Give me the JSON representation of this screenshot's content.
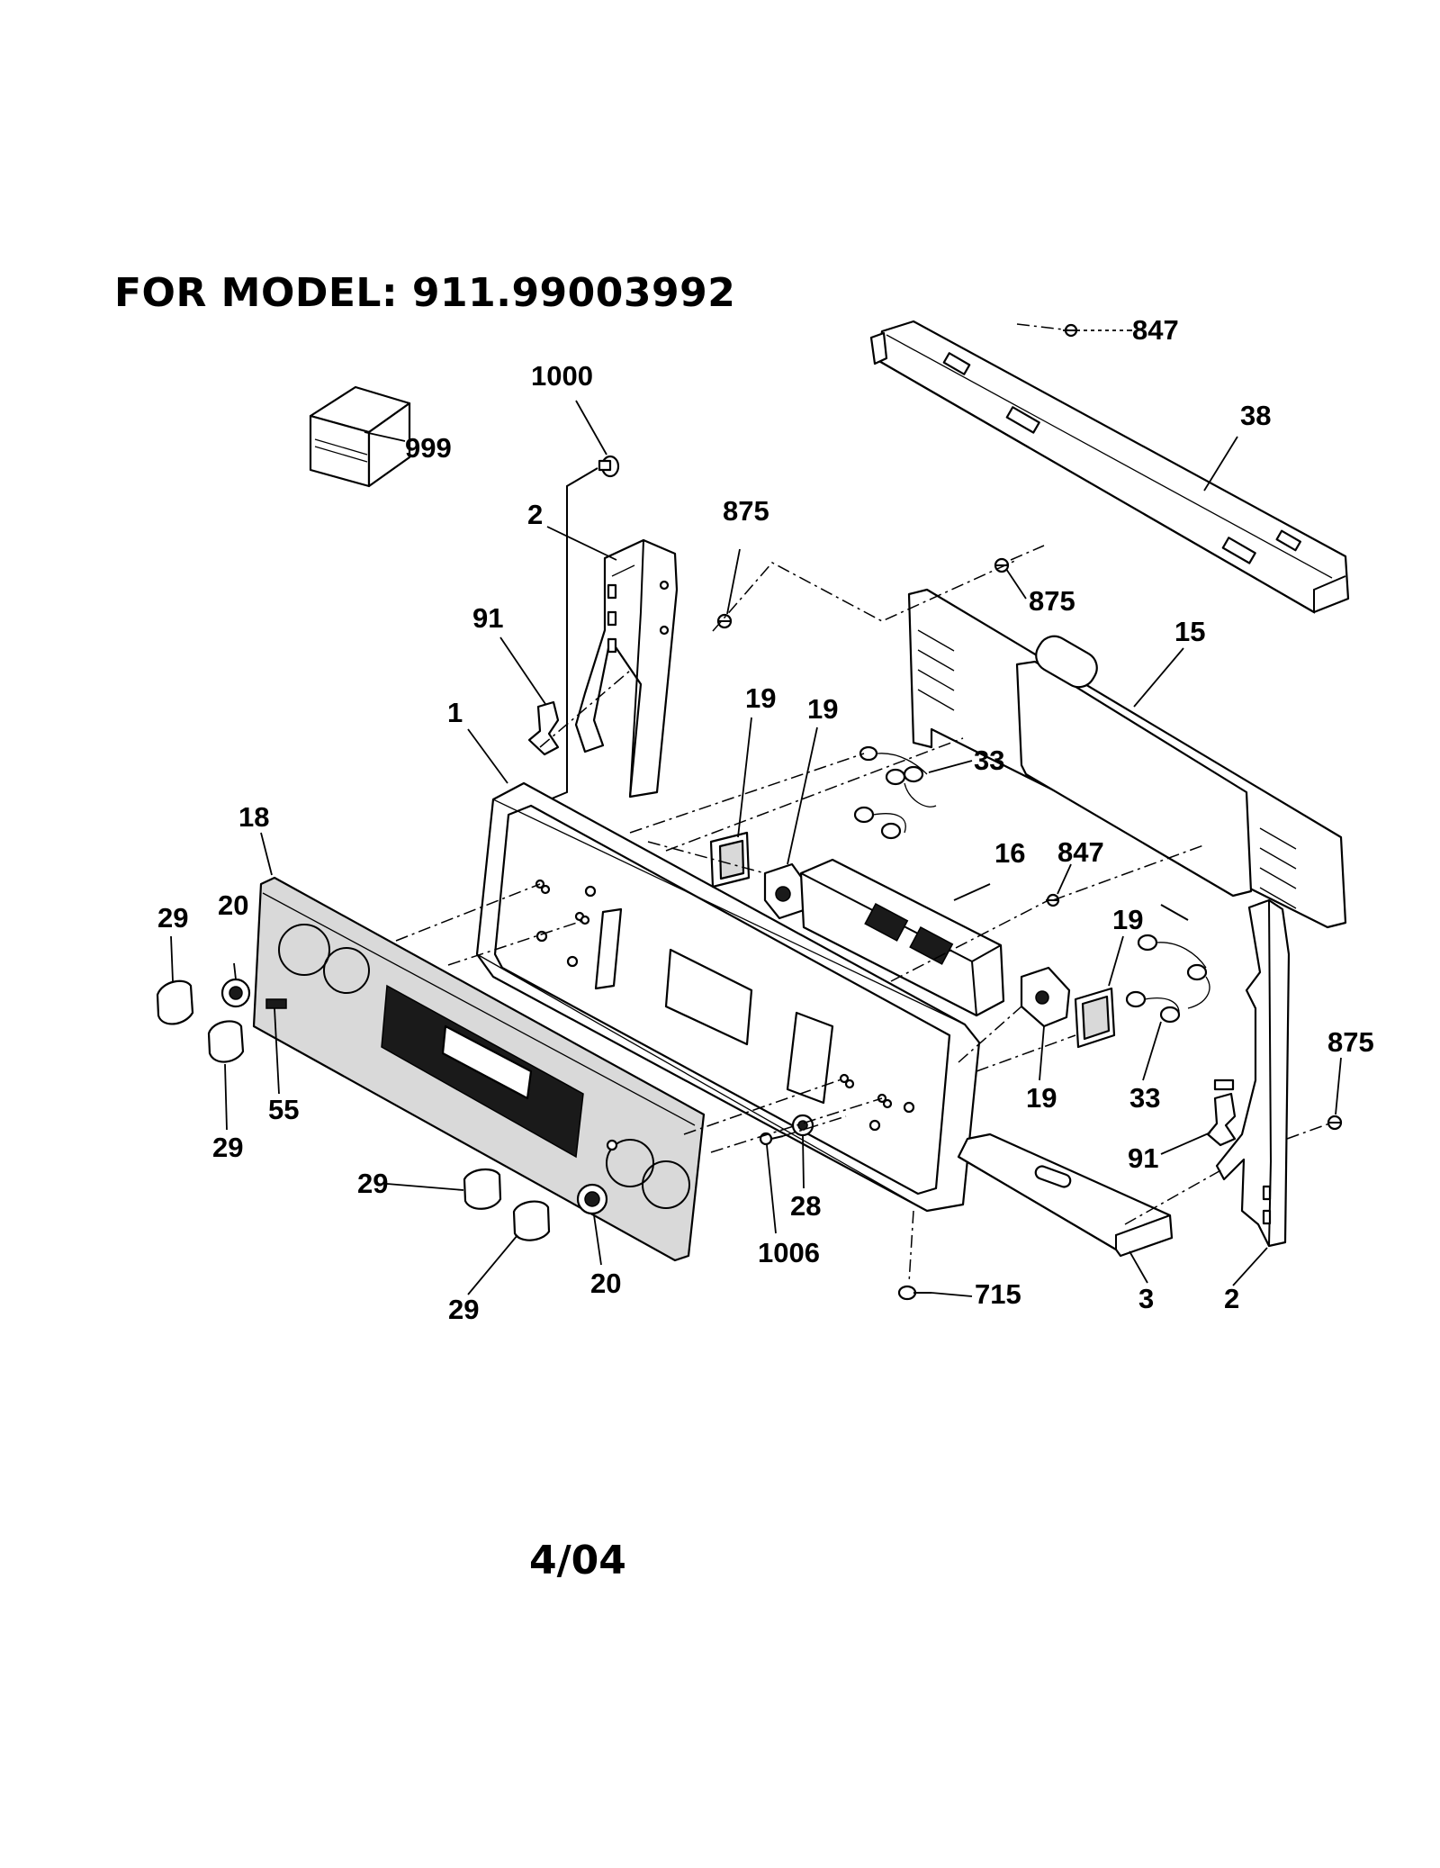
{
  "header": {
    "title": "FOR MODEL: 911.99003992"
  },
  "footer": {
    "date_code": "4/04"
  },
  "callouts": {
    "c847a": "847",
    "c1000": "1000",
    "c999": "999",
    "c38": "38",
    "c2a": "2",
    "c875a": "875",
    "c875b": "875",
    "c91a": "91",
    "c15": "15",
    "c1": "1",
    "c19a": "19",
    "c19b": "19",
    "c33a": "33",
    "c18": "18",
    "c16": "16",
    "c847b": "847",
    "c29a": "29",
    "c20a": "20",
    "c19c": "19",
    "c875c": "875",
    "c55": "55",
    "c29b": "29",
    "c19d": "19",
    "c33b": "33",
    "c91b": "91",
    "c29c": "29",
    "c28": "28",
    "c1006": "1006",
    "c20b": "20",
    "c29d": "29",
    "c715": "715",
    "c3": "3",
    "c2b": "2"
  }
}
